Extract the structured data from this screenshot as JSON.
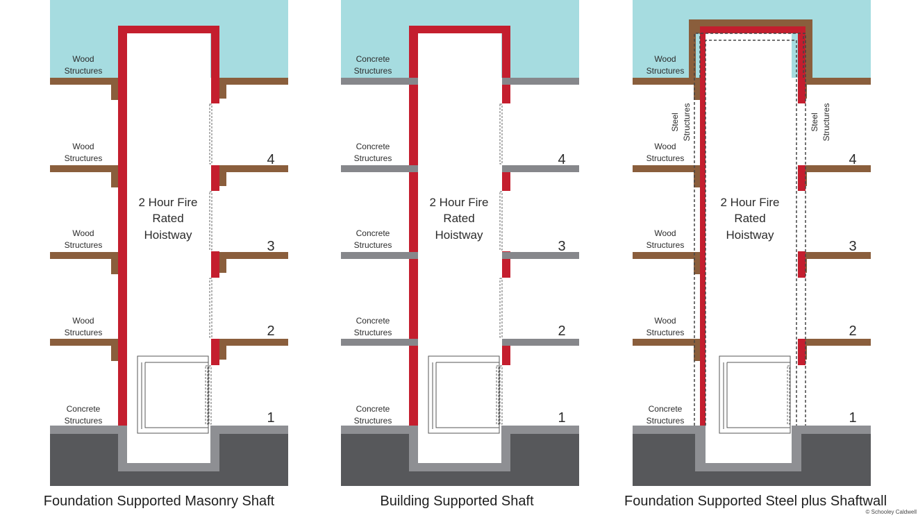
{
  "colors": {
    "sky": "#a6dce0",
    "wood": "#8a5e3c",
    "concrete_slab": "#86878b",
    "foundation_light": "#8e8f93",
    "foundation_dark": "#57585b",
    "fire_wall": "#c41e2e",
    "outline": "#555555"
  },
  "panels": [
    {
      "title": "Foundation Supported Masonry Shaft",
      "hoistway_label": [
        "2 Hour Fire",
        "Rated",
        "Hoistway"
      ],
      "floors": [
        "4",
        "3",
        "2",
        "1"
      ],
      "structure_labels": [
        [
          "Wood",
          "Structures"
        ],
        [
          "Wood",
          "Structures"
        ],
        [
          "Wood",
          "Structures"
        ],
        [
          "Wood",
          "Structures"
        ],
        [
          "Concrete",
          "Structures"
        ]
      ],
      "steel_labels": []
    },
    {
      "title": "Building Supported Shaft",
      "hoistway_label": [
        "2 Hour Fire",
        "Rated",
        "Hoistway"
      ],
      "floors": [
        "4",
        "3",
        "2",
        "1"
      ],
      "structure_labels": [
        [
          "Concrete",
          "Structures"
        ],
        [
          "Concrete",
          "Structures"
        ],
        [
          "Concrete",
          "Structures"
        ],
        [
          "Concrete",
          "Structures"
        ],
        [
          "Concrete",
          "Structures"
        ]
      ],
      "steel_labels": []
    },
    {
      "title": "Foundation Supported Steel plus Shaftwall",
      "hoistway_label": [
        "2 Hour Fire",
        "Rated",
        "Hoistway"
      ],
      "floors": [
        "4",
        "3",
        "2",
        "1"
      ],
      "structure_labels": [
        [
          "Wood",
          "Structures"
        ],
        [
          "Wood",
          "Structures"
        ],
        [
          "Wood",
          "Structures"
        ],
        [
          "Wood",
          "Structures"
        ],
        [
          "Concrete",
          "Structures"
        ]
      ],
      "steel_labels": [
        [
          "Steel",
          "Structures"
        ],
        [
          "Steel",
          "Structures"
        ]
      ]
    }
  ],
  "copyright": "© Schooley Caldwell"
}
